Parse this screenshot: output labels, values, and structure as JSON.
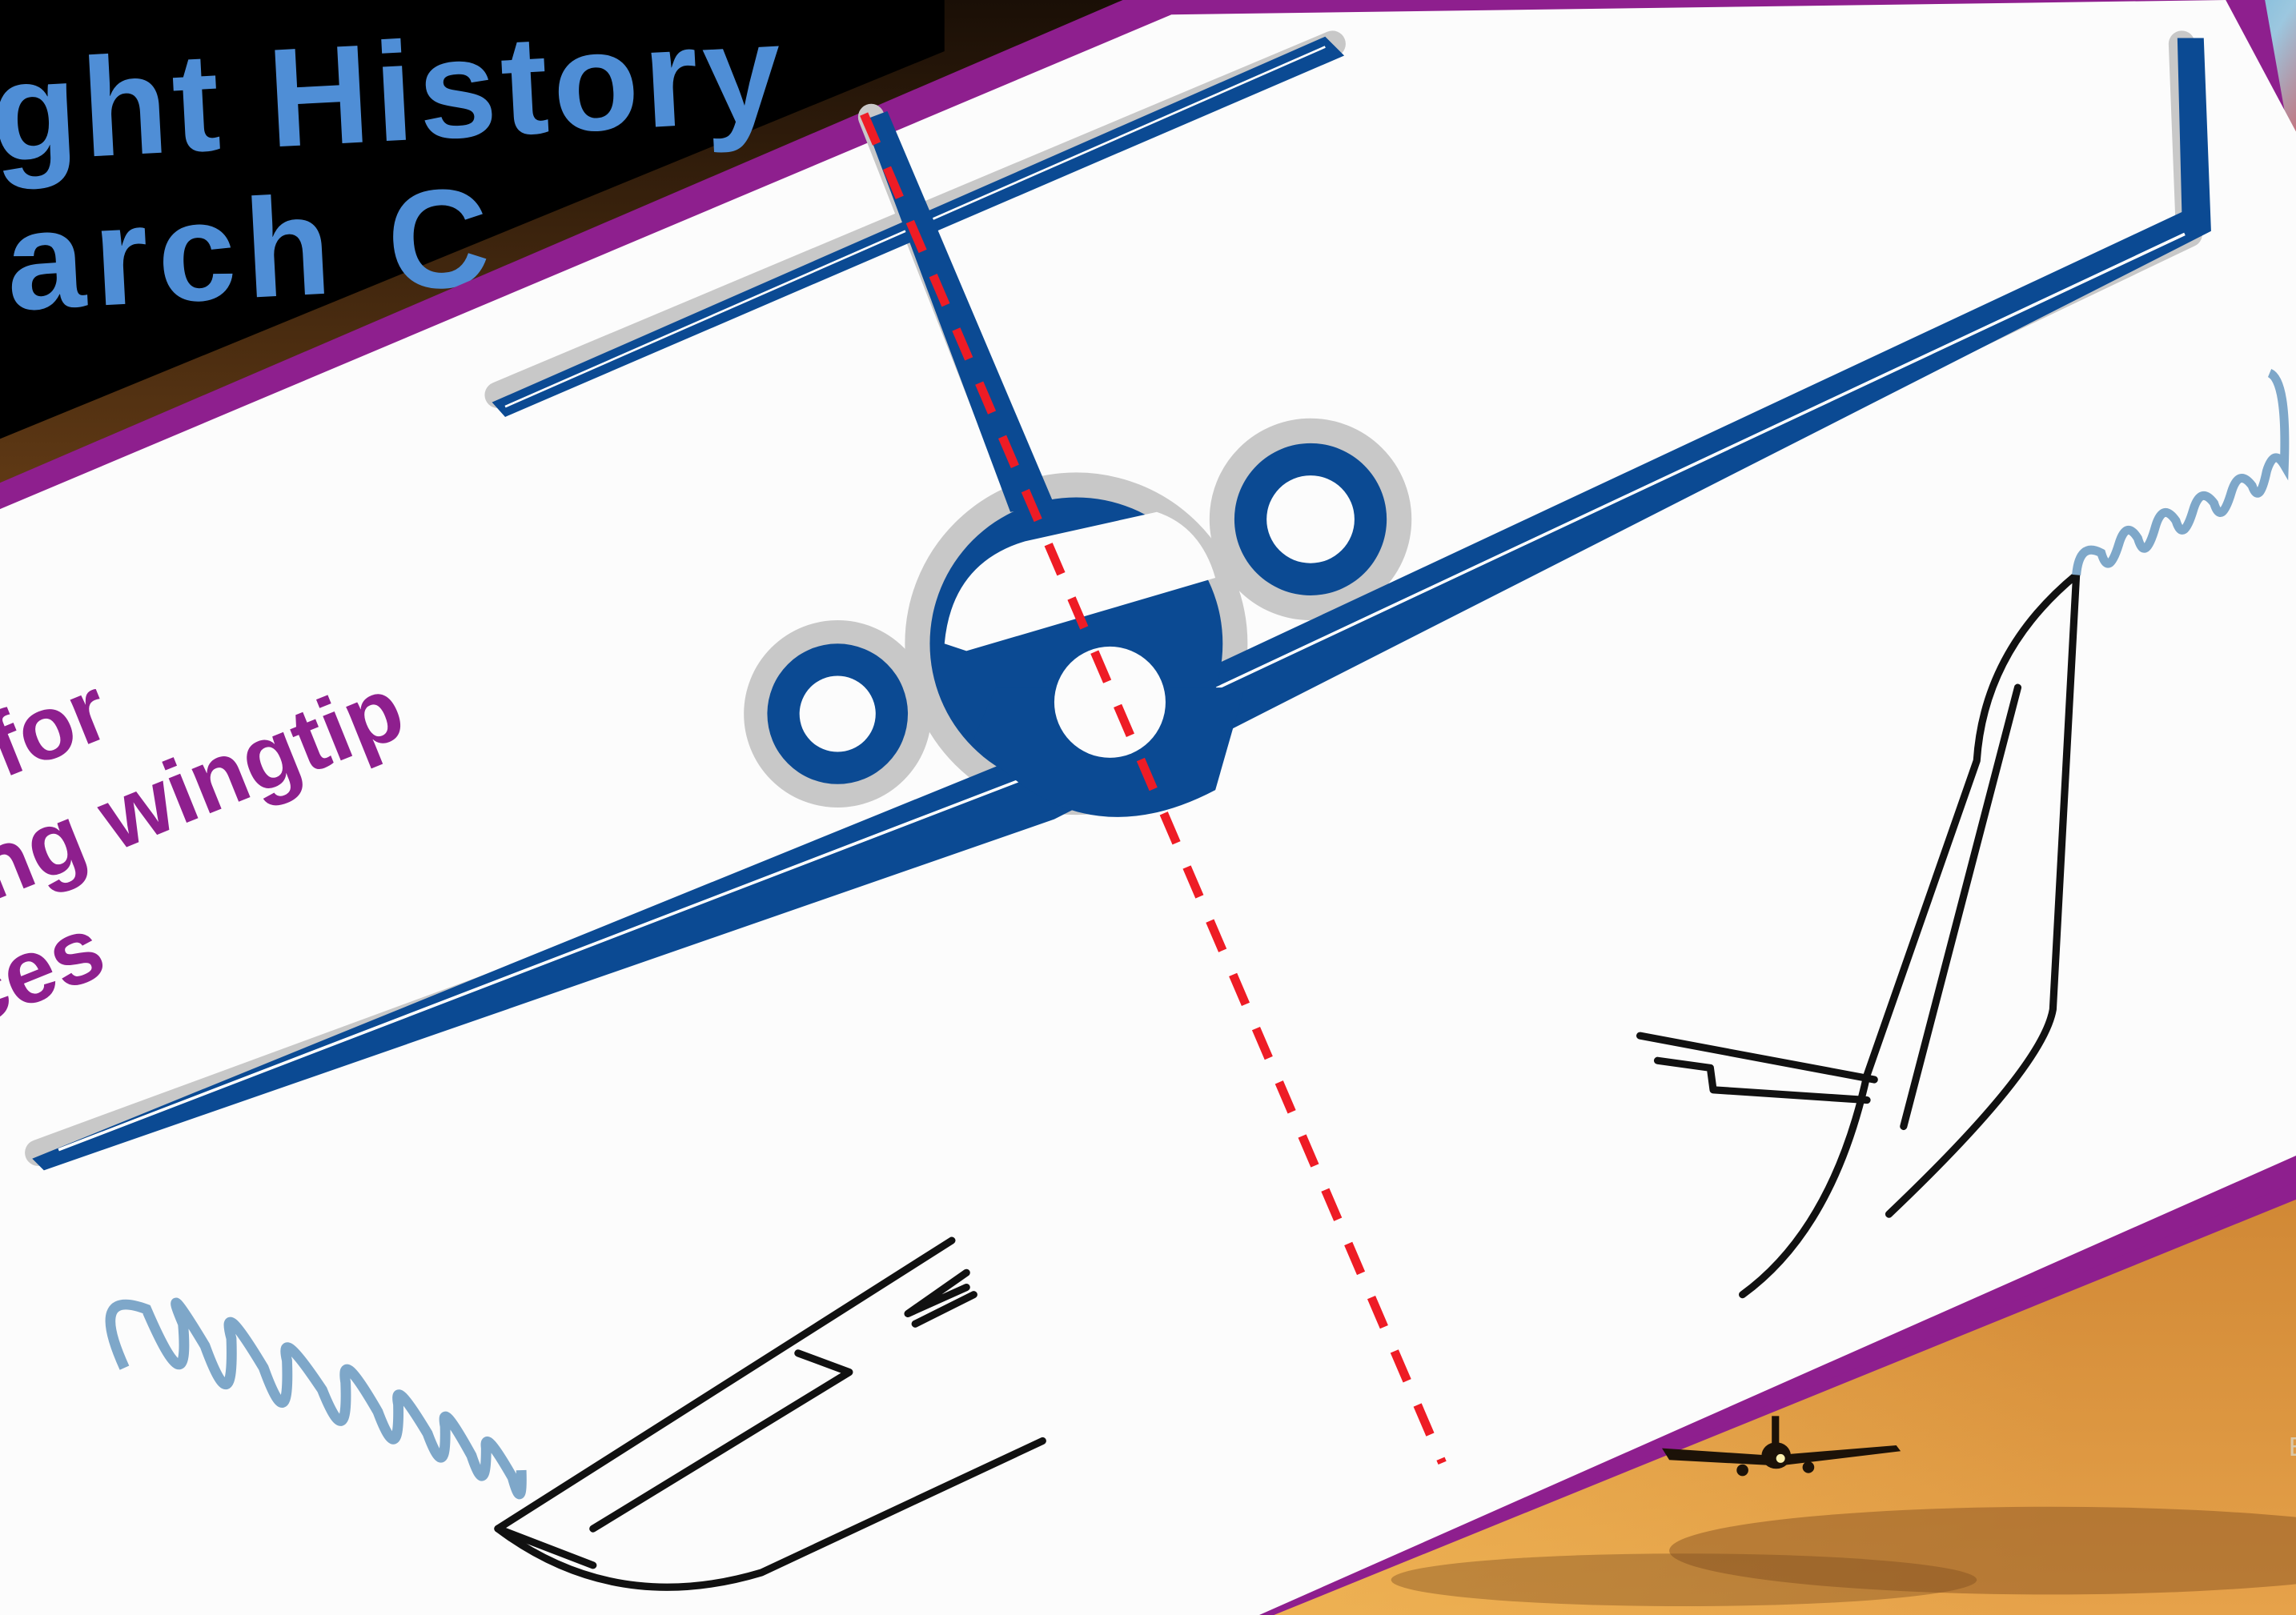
{
  "background_card": {
    "title_lines": [
      "ght History",
      "arch C"
    ]
  },
  "slide": {
    "text_lines": [
      "et for",
      "cing wingtip",
      "ices"
    ]
  },
  "colors": {
    "purple_border": "#8e1f8e",
    "aircraft_blue": "#0b4a93",
    "centerline_red": "#ee1c25",
    "vortex_blue": "#7ea7c9",
    "slide_white": "#fcfcfc",
    "title_blue": "#4f8ed6"
  },
  "icons": {
    "aircraft": "jet-front-view-icon",
    "left_vortex": "wingtip-vortex-spiral-icon",
    "right_vortex": "wingtip-vortex-spiral-icon"
  },
  "corner_label": "E"
}
